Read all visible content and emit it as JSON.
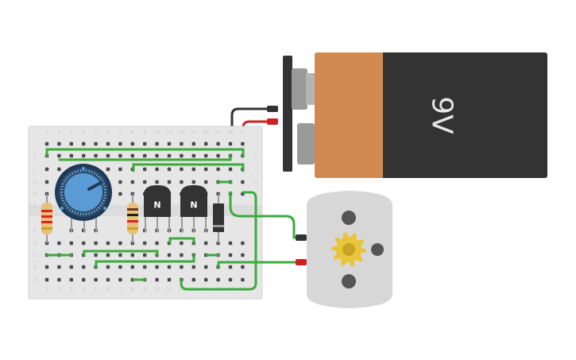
{
  "canvas": {
    "background": "#ffffff"
  },
  "battery": {
    "label": "9V",
    "body_color": "#333333",
    "band_color": "#d08a50",
    "positive_lead_color": "#cc2222",
    "negative_lead_color": "#333333"
  },
  "breadboard": {
    "color": "#e6e6e6",
    "row_letters_left": [
      "J",
      "I",
      "H",
      "G",
      "F",
      "E",
      "D",
      "C",
      "B",
      "A"
    ],
    "column_numbers": [
      "1",
      "2",
      "3",
      "4",
      "5",
      "6",
      "7",
      "8",
      "9",
      "10",
      "11",
      "12",
      "13",
      "14",
      "15",
      "16",
      "17"
    ],
    "wire_color": "#3dab3d"
  },
  "potentiometer": {
    "knob_color": "#5b9bd5",
    "ring_color": "#1f3a56"
  },
  "transistors": [
    {
      "label": "N"
    },
    {
      "label": "N"
    }
  ],
  "diode": {
    "body_color": "#333333",
    "band_color": "#999999"
  },
  "motor": {
    "body_color": "#d7d7d7",
    "gear_color": "#e8c53a"
  }
}
